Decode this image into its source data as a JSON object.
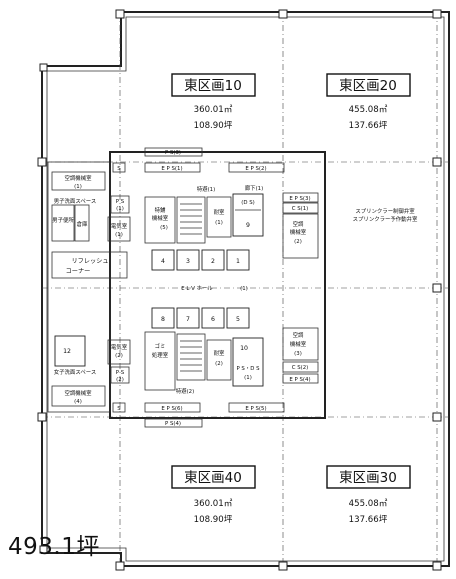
{
  "zones": [
    {
      "name": "東区画10",
      "area_m2": "360.01㎡",
      "area_tsubo": "108.90坪"
    },
    {
      "name": "東区画20",
      "area_m2": "455.08㎡",
      "area_tsubo": "137.66坪"
    },
    {
      "name": "東区画40",
      "area_m2": "360.01㎡",
      "area_tsubo": "108.90坪"
    },
    {
      "name": "東区画30",
      "area_m2": "455.08㎡",
      "area_tsubo": "137.66坪"
    }
  ],
  "total_area": "493.1坪",
  "core": {
    "ps3": "P S(3)",
    "ps4": "P S(4)",
    "eps1": "E P S(1)",
    "eps2": "E P S(2)",
    "eps6": "E P S(6)",
    "eps5": "E P S(5)",
    "eps3": "E P S(3)",
    "eps4": "E P S(4)",
    "ac1": "空調機械室",
    "ac1n": "(1)",
    "male_ws": "男子洗面スペース",
    "male_wc": "男子便所",
    "ps1": "P S",
    "ps1n": "(1)",
    "storage": "倉庫",
    "elec1": "電気室",
    "elec1n": "(1)",
    "refresh": "リフレッシュ",
    "refresh2": "コーナー",
    "spec_mach": "特鋪",
    "spec_machn": "機械室",
    "spec_5": "(5)",
    "tokuhi1": "特避(1)",
    "bika1": "廊下(1)",
    "taishitsu1": "耐室",
    "taishitsu1n": "(1)",
    "ds": "(D S)",
    "cs1": "C S(1)",
    "sprinkler": "スプリンクラー制御弁室",
    "sprinkler2": "スプリンクラー予作動弁室",
    "ac2": "空調",
    "ac2b": "機械室",
    "ac2n": "(2)",
    "elv_top": [
      "4",
      "3",
      "2",
      "1"
    ],
    "elv_top_big": "9",
    "elv_hall": "E L V ホール",
    "elv_hall_n": "(1)",
    "elv_bot": [
      "8",
      "7",
      "6",
      "5"
    ],
    "elv_bot_big": "10",
    "elv_left_big": "12",
    "gomi": "ゴミ",
    "gomi2": "処理室",
    "taishitsu2": "耐室",
    "taishitsu2n": "(2)",
    "ps_ds": "P S・D S",
    "ps_dsn": "(1)",
    "elec2": "電気室",
    "elec2n": "(2)",
    "ps2": "P S",
    "ps2n": "(2)",
    "female_ws": "女子洗面スペース",
    "ac4": "空調機械室",
    "ac4n": "(4)",
    "ac3": "空調",
    "ac3b": "機械室",
    "ac3n": "(3)",
    "cs2": "C S(2)",
    "tokuhi2": "特避(2)",
    "s": "S"
  }
}
